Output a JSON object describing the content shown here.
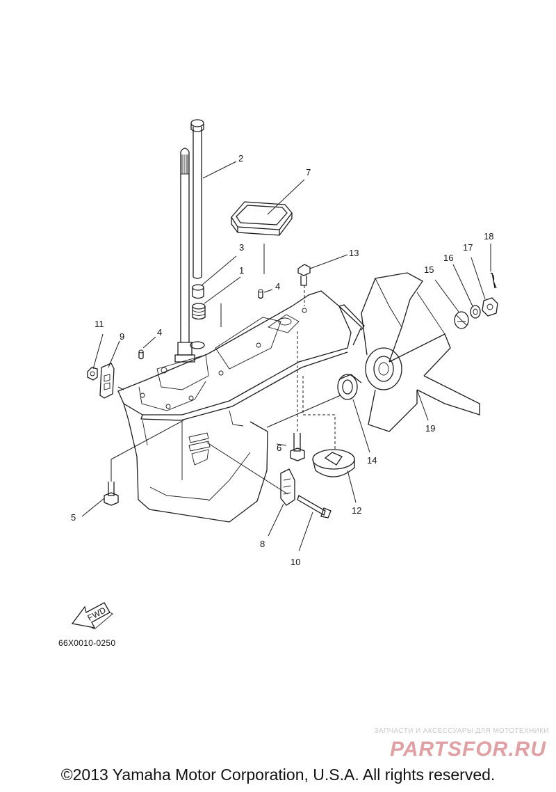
{
  "diagram_code": "66X0010-0250",
  "fwd_label": "FWD",
  "callouts": [
    "1",
    "2",
    "3",
    "4",
    "4",
    "5",
    "6",
    "7",
    "8",
    "9",
    "10",
    "11",
    "12",
    "13",
    "14",
    "15",
    "16",
    "17",
    "18",
    "19"
  ],
  "watermark": {
    "caption": "ЗАПЧАСТИ И АКСЕССУАРЫ ДЛЯ МОТОТЕХНИКИ",
    "logo_text": "PARTSFOR.RU",
    "logo_color": "#e0a0a4"
  },
  "copyright": "©2013 Yamaha Motor Corporation, U.S.A. All rights reserved."
}
